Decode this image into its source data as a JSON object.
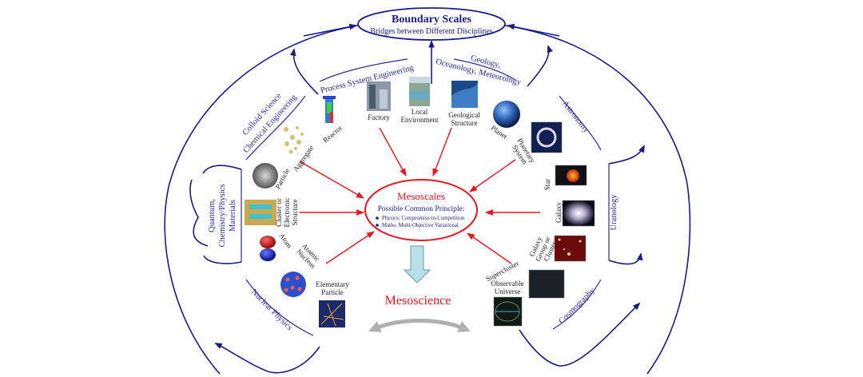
{
  "boundary": {
    "title": "Boundary Scales",
    "subtitle": "Bridges between Different Disciplines"
  },
  "mesoscales": {
    "title": "Mesoscales",
    "principle_heading": "Possible Common Principle:",
    "bullets": [
      "Physics: Compromise-in-Competition",
      "Maths: Multi-Objective Variational"
    ]
  },
  "mesoscience": "Mesoscience",
  "disciplines": {
    "process_system_engineering": "Process System Engineering",
    "geology": [
      "Geology,",
      "Oceanology, Meteorology"
    ],
    "colloid": [
      "Colloid Science",
      "Chemical Engineering"
    ],
    "quantum": [
      "Quantum,",
      "Chemistry/Physics",
      "Materials"
    ],
    "nuclear": "Nuclear Physics",
    "astronomy": "Astronomy",
    "uranology": "Uranology",
    "cosmography": "Cosmography"
  },
  "scales": {
    "reactor": "Reactor",
    "factory": "Factory",
    "local_environment": [
      "Local",
      "Environment"
    ],
    "geological_structure": [
      "Geological",
      "Structure"
    ],
    "planet": "Planet",
    "aggregate": "Aggregate",
    "particle": "Particle",
    "cluster": [
      "Cluster or",
      "Electronic",
      "Structure"
    ],
    "atom": "Atom",
    "atomic_nucleus": [
      "Atomic",
      "Nucleus"
    ],
    "elementary_particle": [
      "Elementary",
      "Particle"
    ],
    "planetary_system": [
      "Planetary",
      "System"
    ],
    "star": "Star",
    "galaxy": "Galaxy",
    "galaxy_group": [
      "Galaxy",
      "Group or",
      "Cluster"
    ],
    "supercluster": "Supercluster",
    "observable_universe": [
      "Observable",
      "Universe"
    ]
  },
  "colors": {
    "navy": "#1a1a8c",
    "red": "#e8141e",
    "arrow_fill": "#b8e0e8",
    "gray_arrow": "#b0b0b0"
  }
}
